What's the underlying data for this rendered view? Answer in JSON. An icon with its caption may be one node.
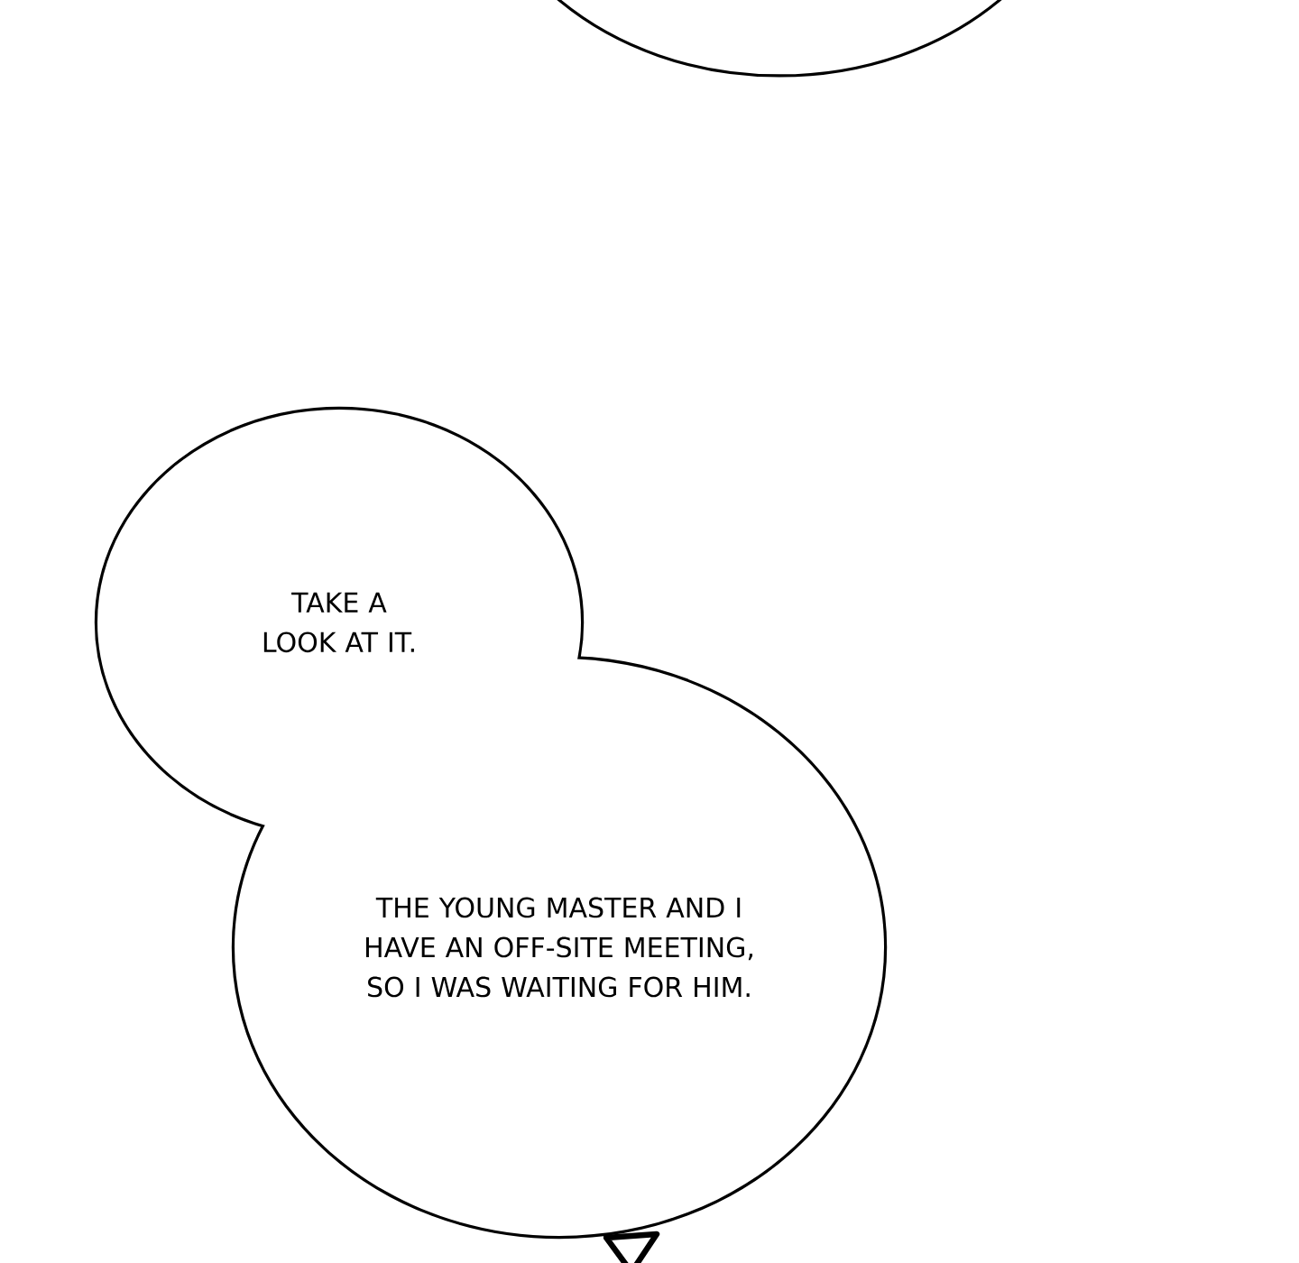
{
  "diagram": {
    "nodes": [
      {
        "text": [],
        "shape": "circle"
      },
      {
        "text": [
          "TAKE A LOOK AT IT."
        ]
      },
      {
        "text": [
          "THE YOUNG MASTER AND I HAVE AN OFF-SITE MEETING, SO I WAS WAITING FOR HIM."
        ]
      }
    ]
  }
}
